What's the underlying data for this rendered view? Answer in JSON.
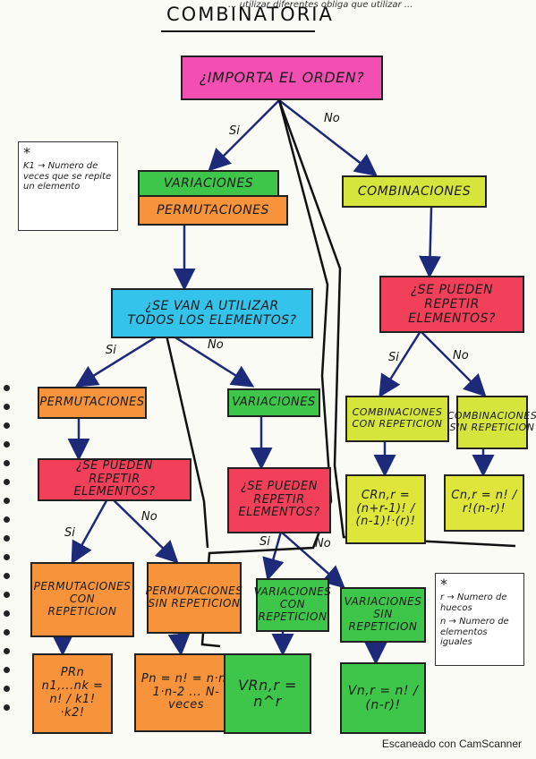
{
  "header": {
    "scribble": "... utilizar diferentes obliga que utilizar ...",
    "title": "COMBINATORIA"
  },
  "nodes": {
    "importa_orden": "¿IMPORTA EL ORDEN?",
    "variaciones_permutaciones_top": "VARIACIONES",
    "variaciones_permutaciones_bottom": "PERMUTACIONES",
    "combinaciones": "COMBINACIONES",
    "utilizar_todos": "¿SE VAN A UTILIZAR TODOS LOS ELEMENTOS?",
    "pueden_repetir_comb": "¿SE PUEDEN REPETIR ELEMENTOS?",
    "permutaciones": "PERMUTACIONES",
    "variaciones": "VARIACIONES",
    "comb_con_rep": "COMBINACIONES CON REPETICION",
    "comb_sin_rep": "COMBINACIONES SIN REPETICION",
    "pueden_repetir_perm": "¿SE PUEDEN REPETIR ELEMENTOS?",
    "pueden_repetir_var": "¿SE PUEDEN REPETIR ELEMENTOS?",
    "perm_con_rep": "PERMUTACIONES CON REPETICION",
    "perm_sin_rep": "PERMUTACIONES SIN REPETICION",
    "var_con_rep": "VARIACIONES CON REPETICION",
    "var_sin_rep": "VARIACIONES SIN REPETICION"
  },
  "formulas": {
    "cr": "CRn,r = (n+r-1)! / (n-1)!·(r)!",
    "c": "Cn,r = n! / r!(n-r)!",
    "pr": "PRn n1,...nk = n! / k1!·k2!",
    "p": "Pn = n! = n·n-1·n-2 ... N-veces",
    "vr": "VRn,r = n^r",
    "v": "Vn,r = n! / (n-r)!"
  },
  "edge_labels": {
    "si": "Si",
    "no": "No"
  },
  "notes": {
    "left_star": "*",
    "left_text": "K1 → Numero de veces que se repite un elemento",
    "right_star": "*",
    "right_text_r": "r → Numero de huecos",
    "right_text_n": "n → Numero de elementos iguales"
  },
  "footer": "Escaneado con CamScanner",
  "colors": {
    "pink": "#f34fb3",
    "green": "#3ec64a",
    "orange": "#f7943b",
    "blue": "#34c3ea",
    "yellow": "#d6e53b",
    "red": "#f23f5a",
    "arrow": "#1d2a7a"
  }
}
